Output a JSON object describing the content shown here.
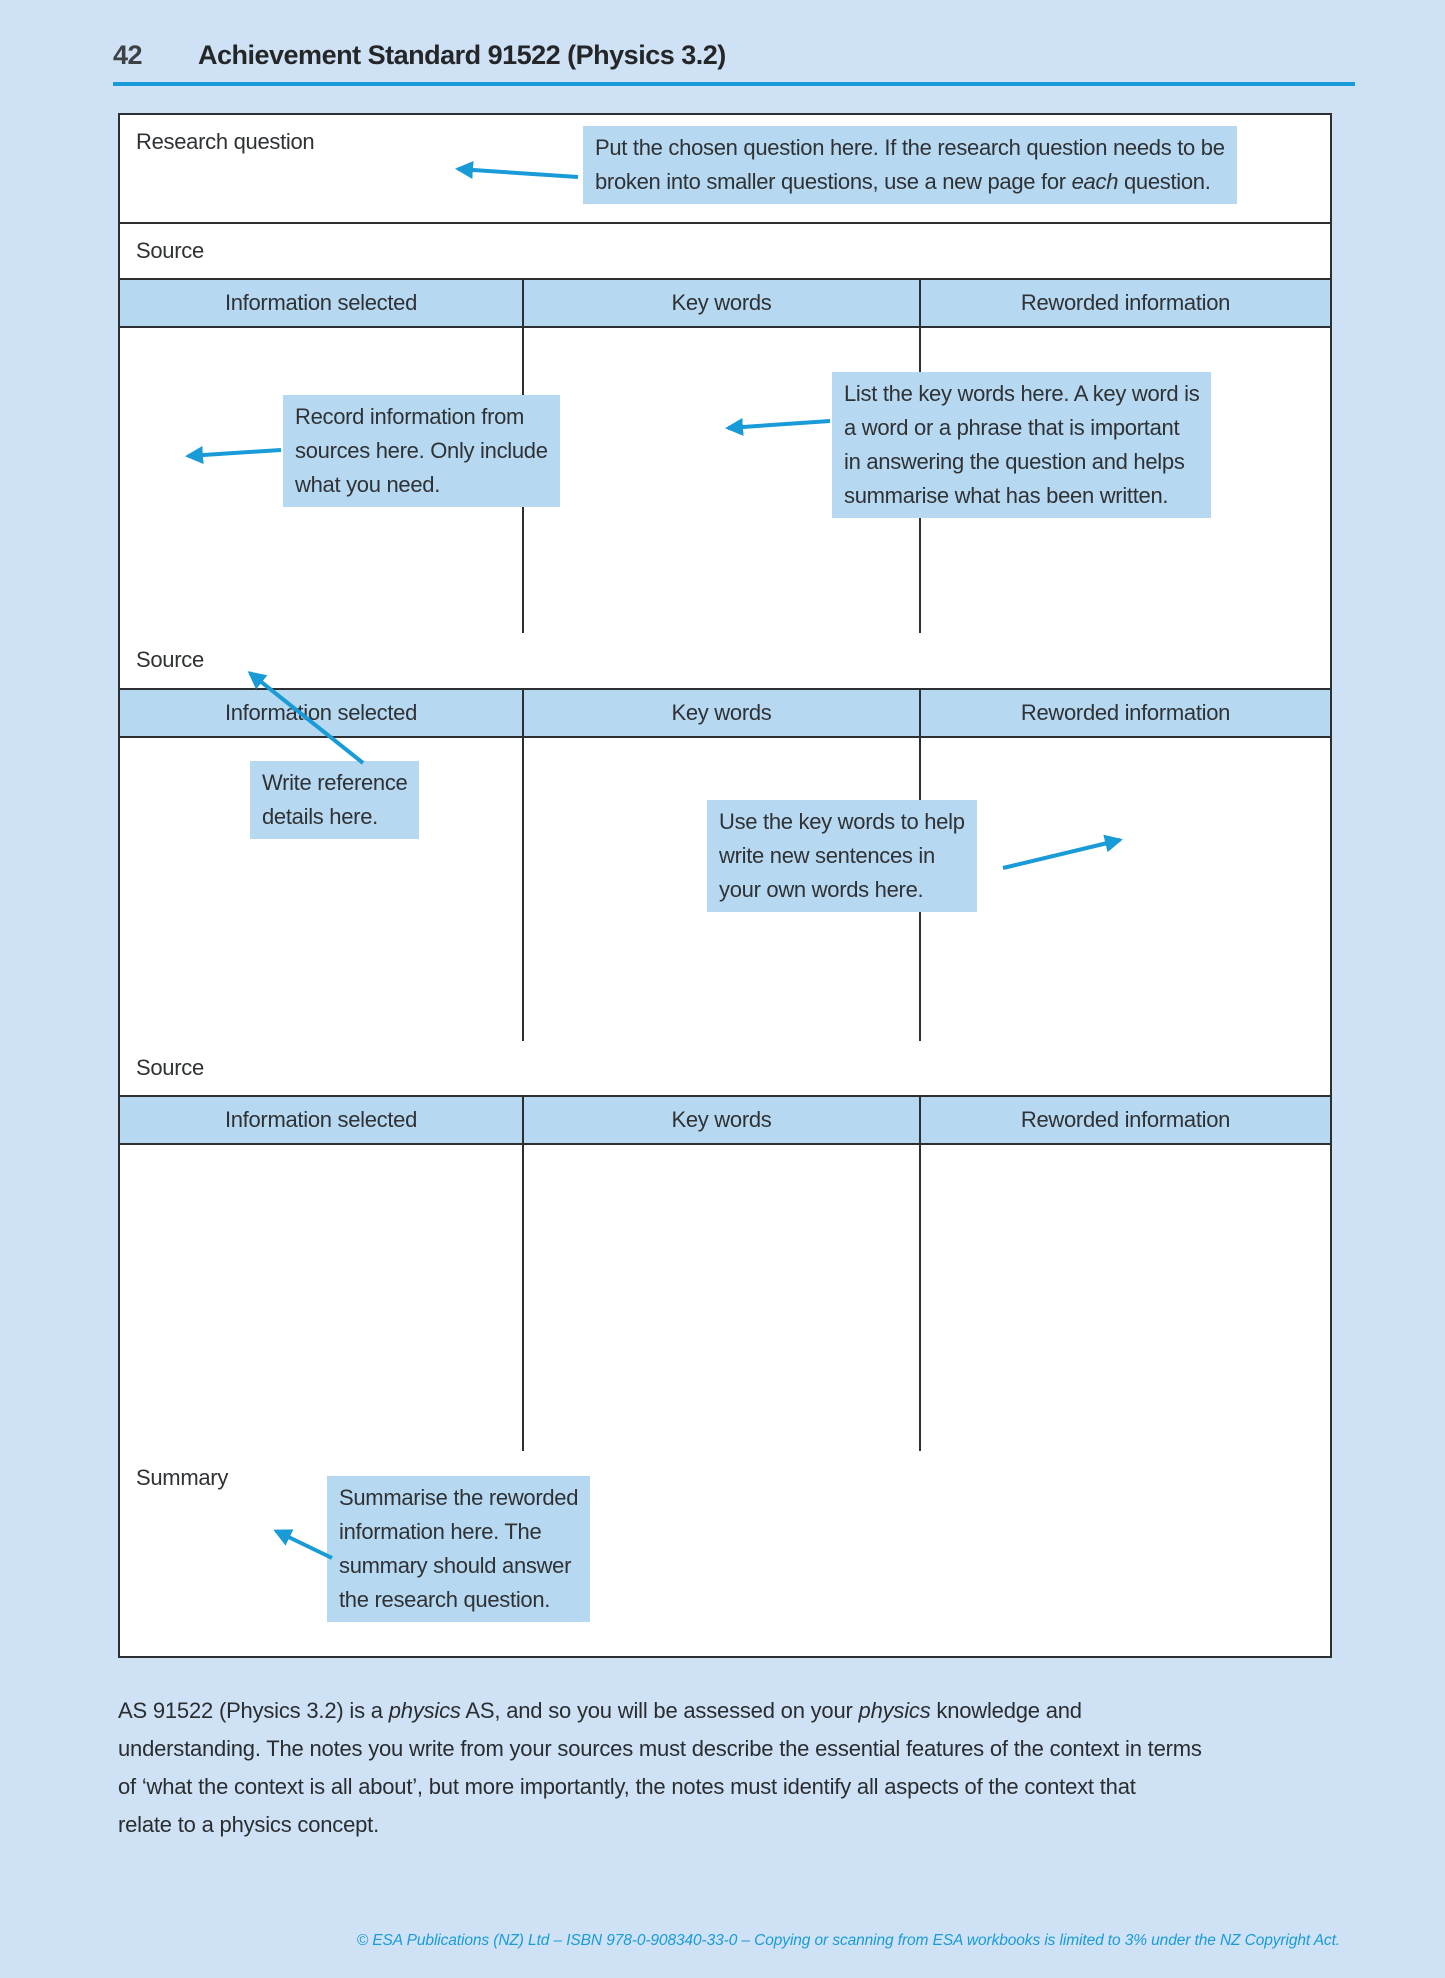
{
  "page": {
    "number": "42",
    "title": "Achievement Standard 91522 (Physics 3.2)",
    "footer": "© ESA Publications (NZ) Ltd  –  ISBN 978-0-908340-33-0  –  Copying or scanning from ESA workbooks is limited to 3% under the NZ Copyright Act."
  },
  "colors": {
    "page_bg": "#cfe2f5",
    "panel_bg": "#ffffff",
    "highlight_bg": "#b7d8f1",
    "accent_blue": "#189bd7",
    "border_dark": "#2d3033",
    "text_dark": "#2f3235"
  },
  "worksheet": {
    "research_question_label": "Research question",
    "source_label": "Source",
    "summary_label": "Summary",
    "columns": [
      "Information selected",
      "Key words",
      "Reworded information"
    ]
  },
  "callouts": {
    "research_question": {
      "lines": [
        [
          {
            "t": "Put the chosen question here. If the research question needs to be"
          }
        ],
        [
          {
            "t": "broken into smaller questions, use a new page for "
          },
          {
            "t": "each",
            "i": true
          },
          {
            "t": " question."
          }
        ]
      ]
    },
    "record_info": {
      "lines": [
        "Record information from",
        "sources here. Only include",
        "what you need."
      ]
    },
    "key_words": {
      "lines": [
        "List the key words here. A key word is",
        "a word or a phrase that is important",
        "in answering the question and helps",
        "summarise what has been written."
      ]
    },
    "write_reference": {
      "lines": [
        "Write reference",
        "details here."
      ]
    },
    "use_key_words": {
      "lines": [
        "Use the key words to help",
        "write new sentences in",
        "your own words here."
      ]
    },
    "summary": {
      "lines": [
        "Summarise the reworded",
        "information here. The",
        "summary should answer",
        "the research question."
      ]
    }
  },
  "assessment_note": {
    "lines": [
      [
        {
          "t": "AS 91522 (Physics 3.2) is a "
        },
        {
          "t": "physics",
          "i": true
        },
        {
          "t": " AS, and so you will be assessed on your "
        },
        {
          "t": "physics",
          "i": true
        },
        {
          "t": " knowledge and"
        }
      ],
      [
        {
          "t": "understanding. The notes you write from your sources must describe the essential features of the context in terms"
        }
      ],
      [
        {
          "t": "of ‘what the context is all about’, but more importantly, the notes must identify all aspects of the context that"
        }
      ],
      [
        {
          "t": "relate to a physics concept."
        }
      ]
    ]
  }
}
